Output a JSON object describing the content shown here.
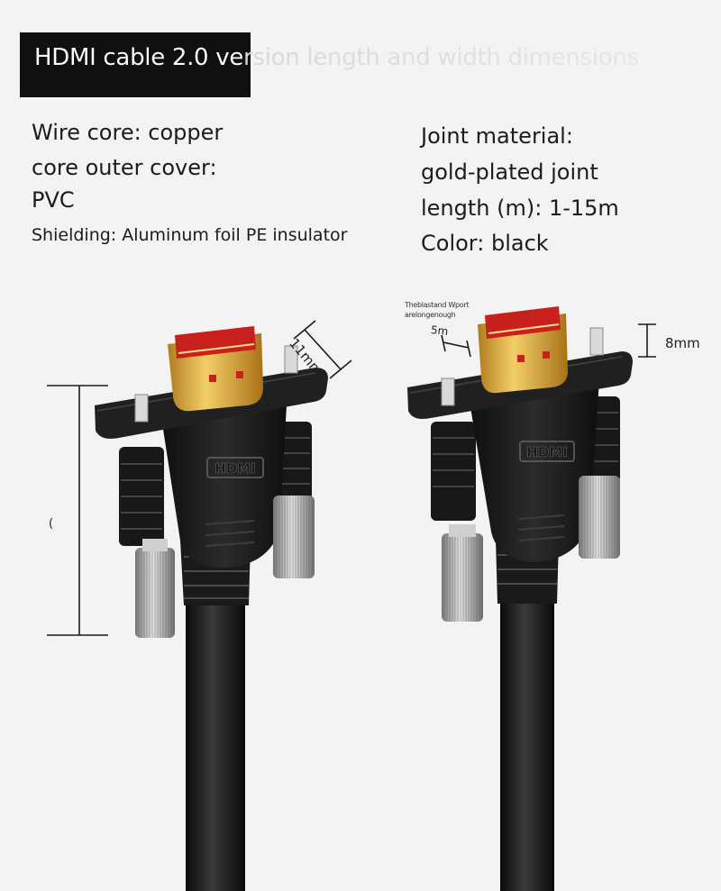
{
  "title": "HDMI cable 2.0 version length and width dimensions",
  "specs_left": {
    "wire_core": "Wire core: copper",
    "outer_cover_label": "core outer cover:",
    "outer_cover_value": "PVC",
    "shielding": "Shielding: Aluminum foil PE insulator"
  },
  "specs_right": {
    "joint_label": "Joint material:",
    "joint_value": "gold-plated joint",
    "length": "length (m): 1-15m",
    "color": "Color: black"
  },
  "dimensions": {
    "width_left": "11mm",
    "width_right": "5m",
    "height_right": "8mm",
    "left_mark": "("
  },
  "note": {
    "line1": "Theblastand Wport",
    "line2": "arelongenough"
  },
  "colors": {
    "background": "#f3f3f3",
    "title_bar": "#101010",
    "plug_body": "#1e1e1e",
    "gold": "#d9a534",
    "red_contacts": "#c8201c"
  }
}
